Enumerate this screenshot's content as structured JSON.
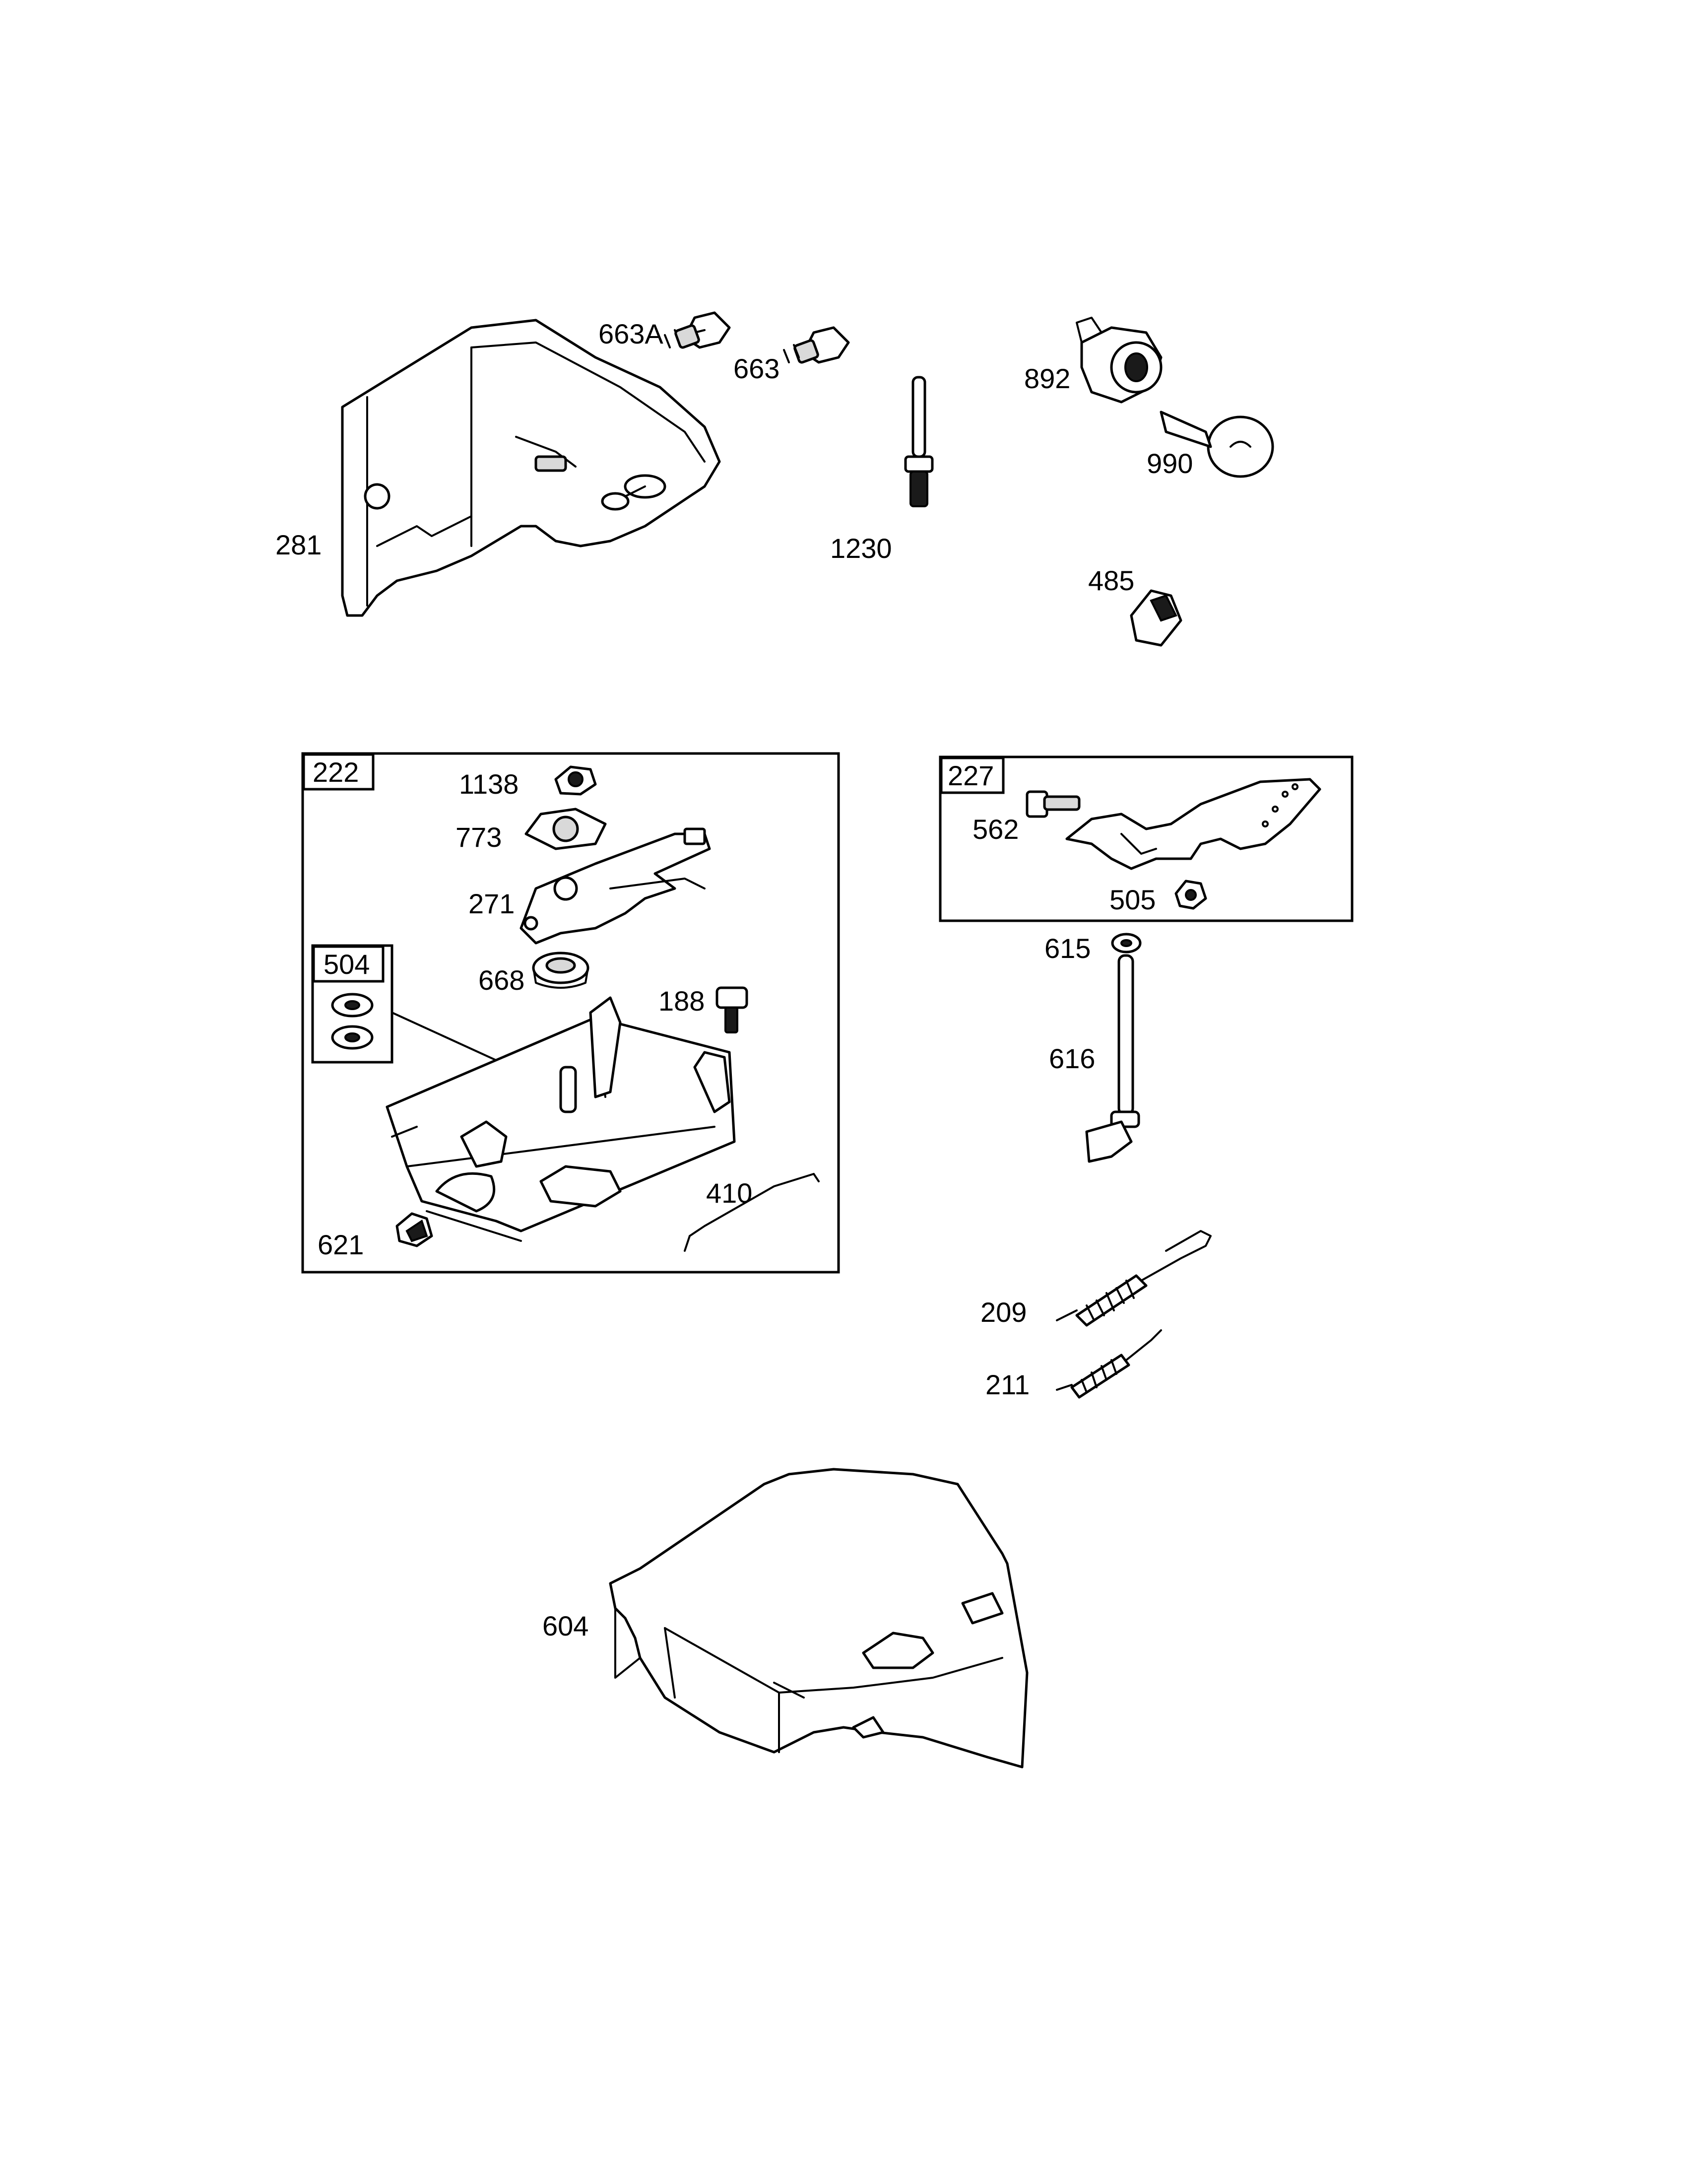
{
  "callouts": {
    "c663a": "663A",
    "c663": "663",
    "c281": "281",
    "c892": "892",
    "c990": "990",
    "c1230": "1230",
    "c485": "485",
    "c222": "222",
    "c1138": "1138",
    "c773": "773",
    "c271": "271",
    "c504": "504",
    "c668": "668",
    "c188": "188",
    "c410": "410",
    "c621": "621",
    "c227": "227",
    "c562": "562",
    "c505": "505",
    "c615": "615",
    "c616": "616",
    "c209": "209",
    "c211": "211",
    "c604": "604"
  }
}
